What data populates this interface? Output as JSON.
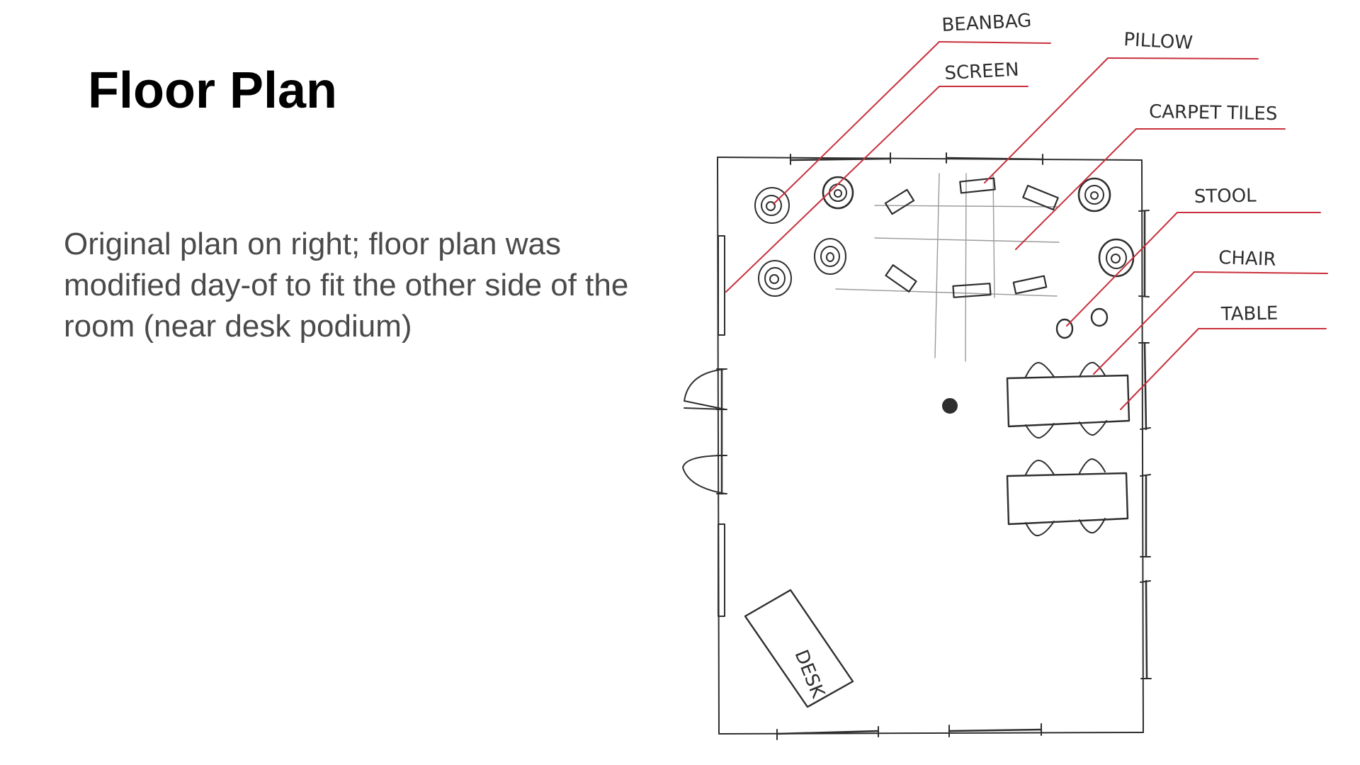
{
  "slide": {
    "title": "Floor Plan",
    "body": "Original plan on right; floor plan was modified day-of to fit the other side of the room (near desk podium)"
  },
  "floor_plan": {
    "labels": {
      "beanbag": "BEANBAG",
      "screen": "SCREEN",
      "pillow": "PILLOW",
      "carpet_tiles": "CARPET TILES",
      "stool": "STOOL",
      "chair": "CHAIR",
      "table": "TABLE",
      "desk": "DESK"
    },
    "colors": {
      "sketch": "#2e2e2e",
      "leader": "#c8303c",
      "grid": "#9a9a9a"
    }
  }
}
